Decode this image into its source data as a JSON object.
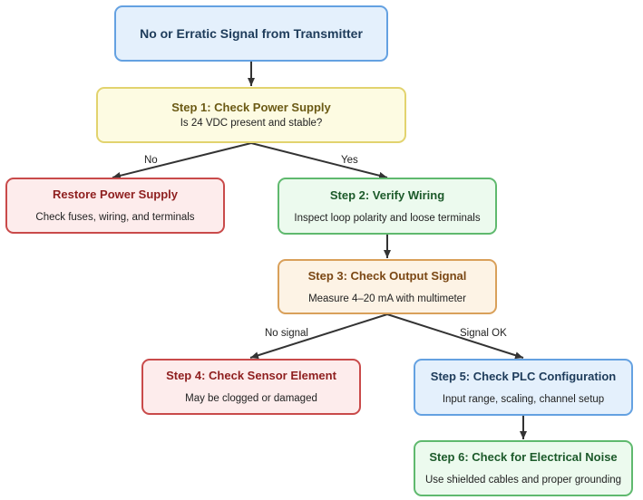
{
  "nodes": {
    "start": {
      "title": "No or Erratic Signal from Transmitter"
    },
    "step1": {
      "title": "Step 1: Check Power Supply",
      "sub": "Is 24 VDC present and stable?"
    },
    "restore": {
      "title": "Restore Power Supply",
      "sub": "Check fuses, wiring, and terminals"
    },
    "step2": {
      "title": "Step 2: Verify Wiring",
      "sub": "Inspect loop polarity and loose terminals"
    },
    "step3": {
      "title": "Step 3: Check Output Signal",
      "sub": "Measure 4–20 mA with multimeter"
    },
    "step4": {
      "title": "Step 4: Check Sensor Element",
      "sub": "May be clogged or damaged"
    },
    "step5": {
      "title": "Step 5: Check PLC Configuration",
      "sub": "Input range, scaling, channel setup"
    },
    "step6": {
      "title": "Step 6: Check for Electrical Noise",
      "sub": "Use shielded cables and proper grounding"
    }
  },
  "edge_labels": {
    "no": "No",
    "yes": "Yes",
    "no_signal": "No signal",
    "signal_ok": "Signal OK"
  },
  "colors": {
    "edge": "#333333",
    "blue": "#64a1e1",
    "yellow": "#e2d36e",
    "red": "#c94a4a",
    "green": "#5fb96e",
    "orange": "#d9a05a"
  }
}
